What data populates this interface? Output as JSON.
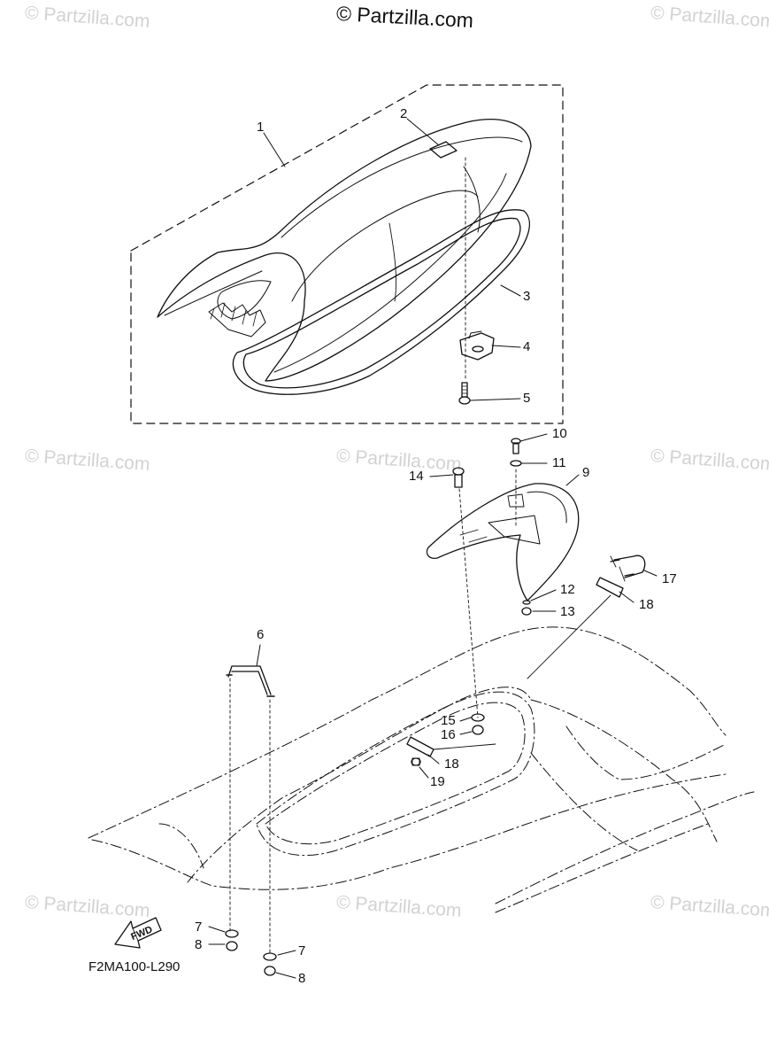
{
  "brand": "© Partzilla.com",
  "watermark": "© Partzilla.com",
  "diagram_code": "F2MA100-L290",
  "fwd_label": "FWD",
  "callouts": [
    "1",
    "2",
    "3",
    "4",
    "5",
    "6",
    "7",
    "8",
    "9",
    "10",
    "11",
    "12",
    "13",
    "14",
    "15",
    "16",
    "17",
    "18",
    "19"
  ]
}
